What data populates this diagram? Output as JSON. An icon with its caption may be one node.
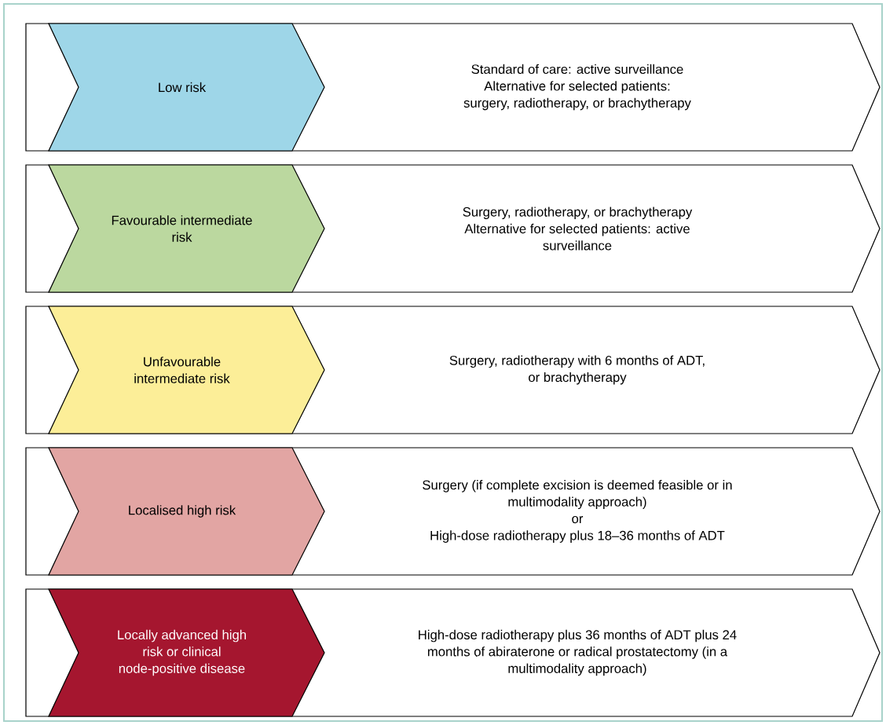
{
  "diagram": {
    "nodes": [
      {
        "text": [
          "Standard of care: active surveillance",
          "Alternative for selected patients: surgery, radiotherapy, or brachytherapy"
        ]
      },
      {
        "text": [
          "Low risk"
        ],
        "in": 0
      },
      {
        "text": [
          "Surgery, radiotherapy, or brachytherapy",
          "Alternative for selected patients: active surveillance"
        ]
      },
      {
        "text": [
          "Favourable intermediate risk"
        ],
        "in": 2
      },
      {
        "text": [
          "Surgery, radiotherapy with 6 months of ADT, or brachytherapy"
        ]
      },
      {
        "text": [
          "Unfavourable intermediate risk"
        ],
        "in": 4
      },
      {
        "text": [
          "Surgery (if complete excision is deemed feasible or in multimodality approach)",
          "or",
          "High-dose radiotherapy plus 18–36 months of ADT"
        ]
      },
      {
        "text": [
          "Localised high risk"
        ],
        "in": 6
      },
      {
        "text": [
          "High-dose radiotherapy plus 36 months of ADT plus 24 months of abiraterone or radical prostatectomy (in a multimodality approach)"
        ]
      },
      {
        "text": [
          "Locally advanced high risk or clinical node-positive disease"
        ],
        "in": 8
      }
    ]
  }
}
